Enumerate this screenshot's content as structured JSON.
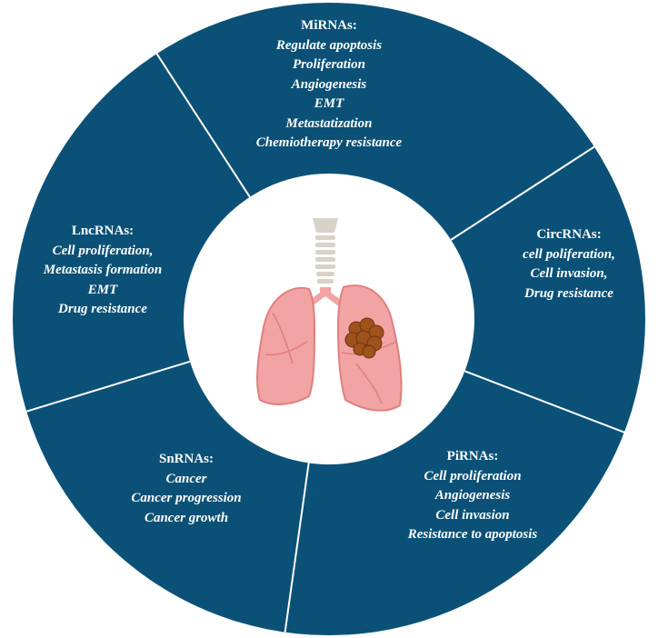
{
  "colors": {
    "ring": "#0b5177",
    "divider": "#ffffff",
    "center": "#ffffff",
    "lung": "#f2a3a3",
    "lung_dark": "#e07f7f",
    "trachea": "#d8d2c8",
    "tumor": "#a0521c"
  },
  "center_icon": "lungs-with-tumor-icon",
  "segments": [
    {
      "key": "mirna",
      "title": "MiRNAs:",
      "items": [
        "Regulate apoptosis",
        "Proliferation",
        "Angiogenesis",
        "EMT",
        "Metastatization",
        "Chemiotherapy resistance"
      ]
    },
    {
      "key": "circrna",
      "title": "CircRNAs:",
      "items": [
        "cell poliferation,",
        "Cell invasion,",
        "Drug resistance"
      ]
    },
    {
      "key": "pirna",
      "title": "PiRNAs:",
      "items": [
        "Cell proliferation",
        "Angiogenesis",
        "Cell invasion",
        "Resistance to apoptosis"
      ]
    },
    {
      "key": "snrna",
      "title": "SnRNAs:",
      "items": [
        "Cancer",
        "Cancer progression",
        "Cancer growth"
      ]
    },
    {
      "key": "lncrna",
      "title": "LncRNAs:",
      "items": [
        "Cell proliferation,",
        "Metastasis formation",
        "EMT",
        "Drug resistance"
      ]
    }
  ]
}
